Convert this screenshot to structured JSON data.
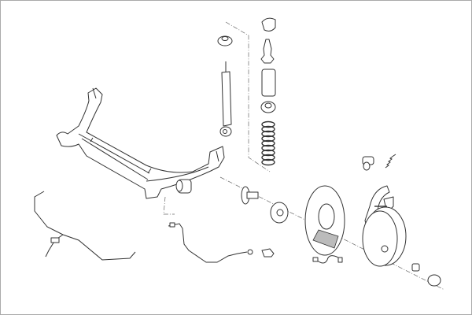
{
  "colors": {
    "line": "#333333",
    "frame": "#aaaaaa",
    "background": "#ffffff",
    "shade": "#bbbbbb"
  },
  "parts": [
    "axle-beam",
    "shock-absorber",
    "top-mount",
    "bump-stop",
    "dust-boot",
    "spring-seat",
    "coil-spring",
    "axle-bushing",
    "stub-axle",
    "wheel-hub",
    "brake-backplate",
    "wheel-cylinder",
    "return-spring",
    "brake-shoes",
    "brake-drum",
    "axle-nut",
    "hub-cap",
    "handbrake-cable",
    "abs-sensor-cable",
    "abs-sensor",
    "brake-hose"
  ]
}
